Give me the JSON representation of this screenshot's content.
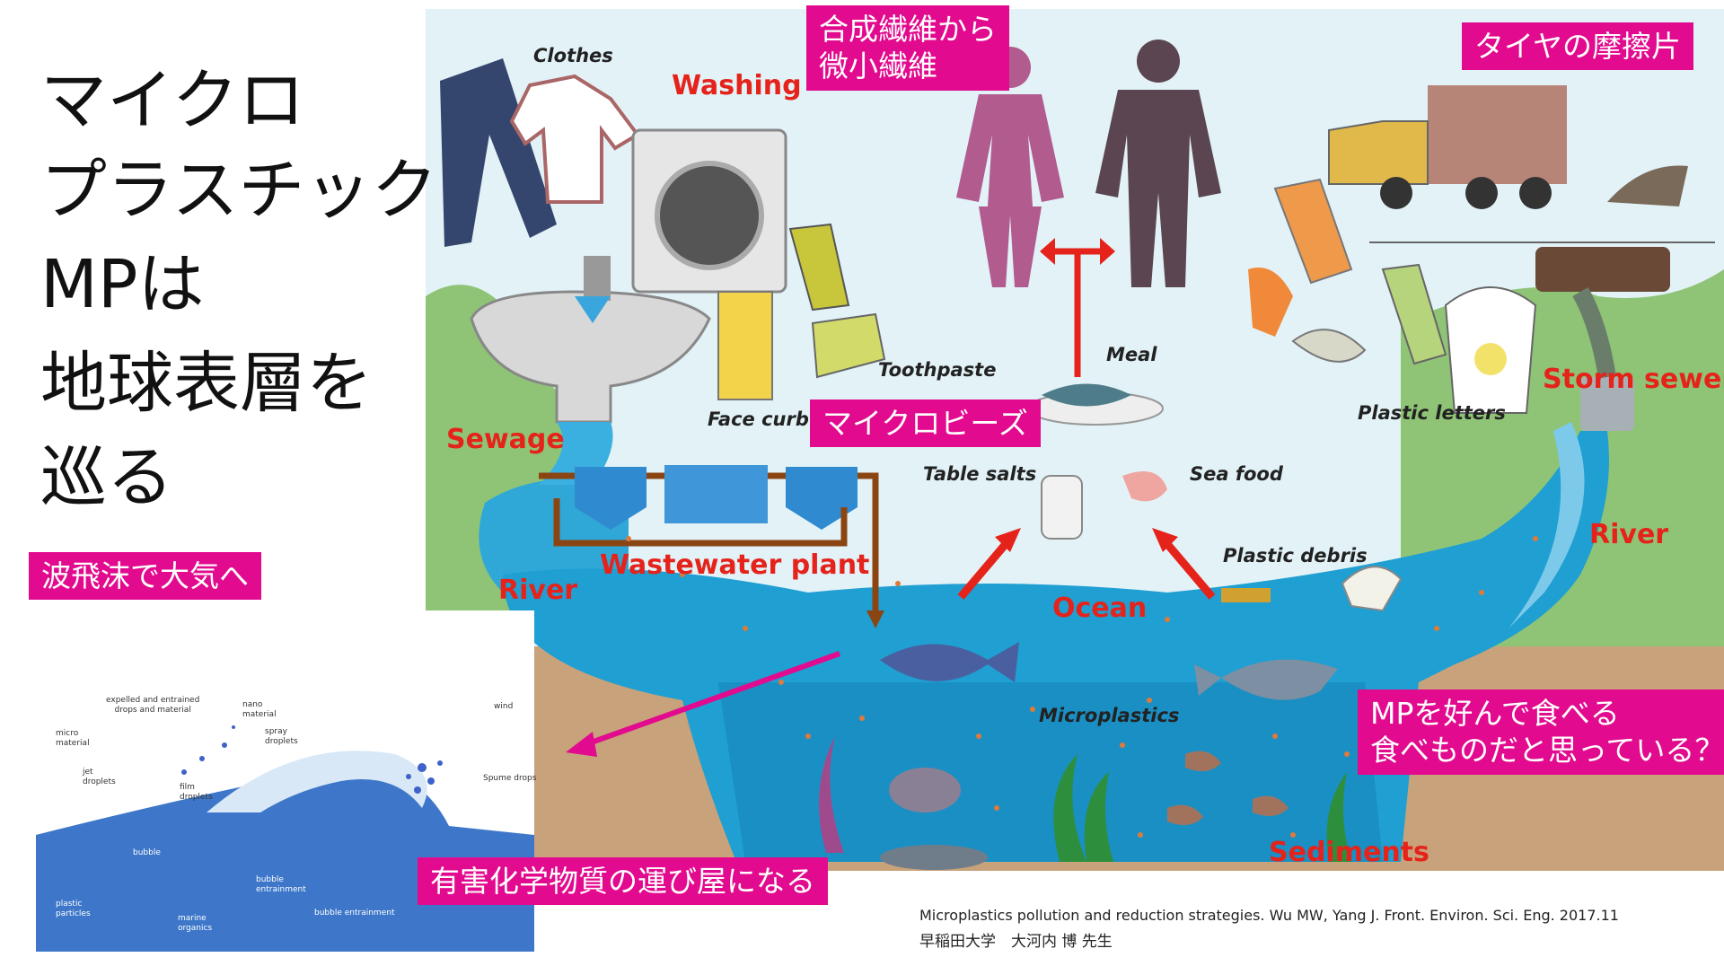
{
  "title_lines": [
    "マイクロ",
    "プラスチック",
    "MPは",
    "地球表層を",
    "巡る"
  ],
  "callouts": {
    "synthetic_fiber": [
      "合成繊維から",
      "微小繊維"
    ],
    "tire": "タイヤの摩擦片",
    "microbeads": "マイクロビーズ",
    "sea_spray": "波飛沫で大気へ",
    "carrier": "有害化学物質の運び屋になる",
    "eat": [
      "MPを好んで食べる",
      "食べものだと思っている？"
    ]
  },
  "diagram_labels": {
    "washing": "Washing",
    "sewage": "Sewage",
    "wastewater": "Wastewater plant",
    "river_left": "River",
    "river_right": "River",
    "ocean": "Ocean",
    "storm_sewer": "Storm sewer",
    "sediments": "Sediments",
    "clothes": "Clothes",
    "toothpaste": "Toothpaste",
    "face_curb": "Face curb",
    "meal": "Meal",
    "table_salts": "Table salts",
    "sea_food": "Sea food",
    "plastic_debris": "Plastic debris",
    "plastic_letters": "Plastic letters",
    "microplastics": "Microplastics"
  },
  "inset_labels": {
    "expelled": [
      "expelled and entrained",
      "drops and material"
    ],
    "nano": [
      "nano",
      "material"
    ],
    "spray": [
      "spray",
      "droplets"
    ],
    "wind": "wind",
    "micro": [
      "micro",
      "material"
    ],
    "jet": [
      "jet",
      "droplets"
    ],
    "film": [
      "film",
      "droplets"
    ],
    "spume": "Spume drops",
    "bubble": "bubble",
    "bubble_ent": [
      "bubble",
      "entrainment"
    ],
    "plastic_particles": [
      "plastic",
      "particles"
    ],
    "marine": [
      "marine",
      "organics"
    ],
    "bubble_ent2": "bubble entrainment"
  },
  "reference": {
    "line1": "Microplastics pollution and reduction strategies. Wu MW, Yang J. Front. Environ. Sci. Eng. 2017.11",
    "line2": "早稲田大学　大河内 博 先生"
  },
  "colors": {
    "accent_pink": "#e20a8e",
    "label_red": "#e5231b",
    "water": "#1f9fd2",
    "sky": "#dff1f6"
  }
}
